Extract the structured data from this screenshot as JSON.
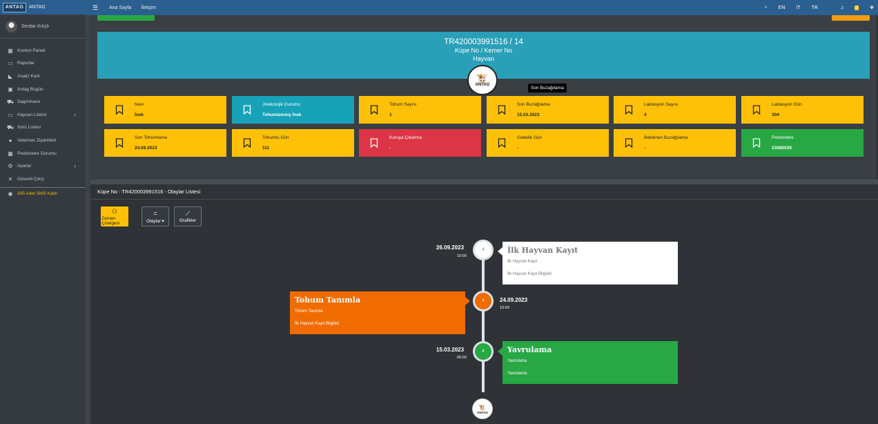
{
  "brand": {
    "logo_text": "ANTAG",
    "name": "ANTAG"
  },
  "user": {
    "name": "Serdar Kılıçlı"
  },
  "sidebar": {
    "items": [
      {
        "label": "Kontrol Paneli",
        "icon": "table-icon"
      },
      {
        "label": "Raporlar",
        "icon": "report-icon"
      },
      {
        "label": "Analiz Kartı",
        "icon": "chart-icon"
      },
      {
        "label": "Antag Bugün",
        "icon": "calendar-icon"
      },
      {
        "label": "Sagımhane",
        "icon": "milk-icon"
      },
      {
        "label": "Hayvan Listesi",
        "icon": "list-icon"
      },
      {
        "label": "Sürü Listesi",
        "icon": "truck-icon"
      },
      {
        "label": "Veteriner Ziyaretleri",
        "icon": "user-icon"
      },
      {
        "label": "Pedometre Durumu",
        "icon": "table-icon"
      },
      {
        "label": "Ayarlar",
        "icon": "gears-icon"
      },
      {
        "label": "Güvenli Çıkış",
        "icon": "close-icon"
      }
    ],
    "sms_label": "345 Adet SMS Kaldı"
  },
  "topbar": {
    "links": [
      "Ana Sayfa",
      "İletişim"
    ],
    "langs": [
      "EN",
      "İT",
      "TR"
    ],
    "notification_count": "0"
  },
  "hero": {
    "title": "TR420003991516 / 14",
    "subtitle": "Küpe No / Kemer No",
    "type": "Hayvan",
    "logo_text": "ANTAG"
  },
  "tooltip": "Son Buzağılama",
  "tiles": [
    {
      "label": "Nevi",
      "value": "İnek",
      "color": "yellow"
    },
    {
      "label": "Jinekolojik Durumu",
      "value": "Tohumlanmış İnek",
      "color": "teal"
    },
    {
      "label": "Tohum Sayısı",
      "value": "1",
      "color": "yellow"
    },
    {
      "label": "Son Buzağılama",
      "value": "15.03.2023",
      "color": "yellow"
    },
    {
      "label": "Laktasyon Sayısı",
      "value": "4",
      "color": "yellow"
    },
    {
      "label": "Laktasyon Gün",
      "value": "304",
      "color": "yellow"
    },
    {
      "label": "Son Tohumlama",
      "value": "24.09.2023",
      "color": "yellow"
    },
    {
      "label": "Tohumlu Gün",
      "value": "111",
      "color": "yellow"
    },
    {
      "label": "Kuruya Çıkarma",
      "value": "-",
      "color": "red"
    },
    {
      "label": "Gebelik Gün",
      "value": "-",
      "color": "yellow"
    },
    {
      "label": "Beklenen Buzağılama",
      "value": "-",
      "color": "yellow"
    },
    {
      "label": "Pedometre",
      "value": "23080029",
      "color": "green"
    }
  ],
  "events": {
    "title": "Küpe No : TR420003991516 - Olaylar Listesi",
    "buttons": [
      {
        "label": "Zaman Çizelgesi",
        "icon": "users-icon"
      },
      {
        "label": "Olaylar",
        "icon": "equals-icon"
      },
      {
        "label": "Grafikler",
        "icon": "line-chart-icon"
      }
    ],
    "timeline": [
      {
        "date": "26.09.2023",
        "time": "10:09",
        "node": "4",
        "title": "İlk Hayvan Kayıt",
        "sub": "İlk Hayvan Kayıt",
        "desc": "İlk Hayvan Kayıt Bilgileri",
        "color": "#ffffff"
      },
      {
        "date": "24.09.2023",
        "time": "10:09",
        "node": "4",
        "title": "Tohum Tanımla",
        "sub": "Tohum Tanımla",
        "desc": "İlk Hayvan Kayıt Bilgileri",
        "color": "#f06c00"
      },
      {
        "date": "15.03.2023",
        "time": "00:00",
        "node": "4",
        "title": "Yavrulama",
        "sub": "Yavrulama",
        "desc": "Yavrulama",
        "color": "#28a745"
      }
    ],
    "end_logo_text": "ANTAG"
  }
}
